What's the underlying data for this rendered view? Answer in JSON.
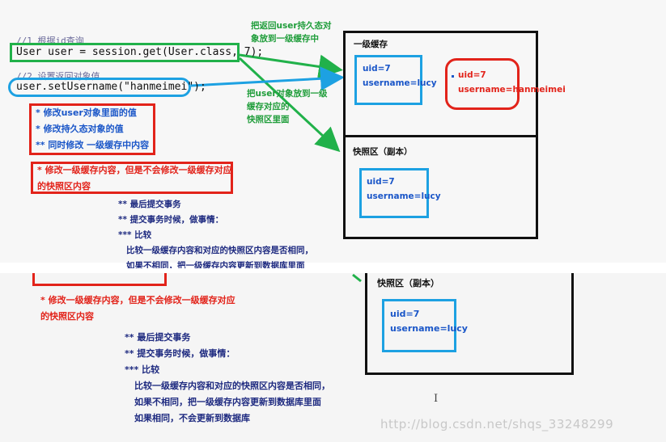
{
  "code": {
    "comment1": "//1 根据id查询",
    "line1": "User user = session.get(User.class, 7);",
    "comment2": "//2 设置返回对象值",
    "line2": "user.setUsername(\"hanmeimei\");"
  },
  "notes": {
    "green1": [
      "把返回user持久态对",
      "象放到一级缓存中"
    ],
    "green2": [
      "把user对象放到一级",
      "缓存对应的",
      "快照区里面"
    ]
  },
  "red_box1": [
    "* 修改user对象里面的值",
    "* 修改持久态对象的值",
    "** 同时修改 一级缓存中内容"
  ],
  "red_box2": [
    "* 修改一级缓存内容，但是不会修改一级缓存对应",
    "的快照区内容"
  ],
  "commit_top": [
    "** 最后提交事务",
    "** 提交事务时候，做事情：",
    "*** 比较",
    "比较一级缓存内容和对应的快照区内容是否相同，",
    "如果不相同，把一级缓存内容更新到数据库里面"
  ],
  "cache": {
    "level1_title": "一级缓存",
    "snapshot_title": "快照区（副本）",
    "uid": "uid=7",
    "username_lucy": "username=lucy",
    "username_hmm": "username=hanmeimei"
  },
  "bottom": {
    "red_text": [
      "* 修改一级缓存内容，但是不会修改一级缓存对应",
      "的快照区内容"
    ],
    "commit": [
      "** 最后提交事务",
      "** 提交事务时候，做事情：",
      "*** 比较",
      "比较一级缓存内容和对应的快照区内容是否相同，",
      "如果不相同，把一级缓存内容更新到数据库里面",
      "如果相同，不会更新到数据库"
    ],
    "snapshot_title": "快照区（副本）",
    "uid": "uid=7",
    "username": "username=lucy",
    "cursor": "I",
    "watermark": "http://blog.csdn.net/shqs_33248299"
  },
  "colors": {
    "green": "#21b14a",
    "red": "#e2231a",
    "cyan": "#1da1e2",
    "navy": "#1e2a80"
  }
}
